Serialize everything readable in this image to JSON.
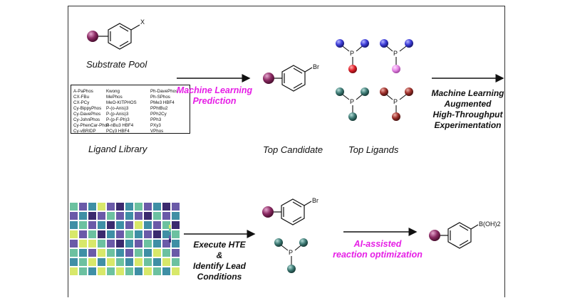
{
  "labels": {
    "substrate_pool": "Substrate Pool",
    "ligand_library": "Ligand Library",
    "top_candidate": "Top Candidate",
    "top_ligands": "Top Ligands"
  },
  "steps": {
    "ml_prediction": [
      "Machine Learning",
      "Prediction"
    ],
    "ml_hte": [
      "Machine Learning",
      "Augmented",
      "High-Throughput",
      "Experimentation"
    ],
    "execute_hte": [
      "Execute HTE",
      "&",
      "Identify Lead",
      "Conditions"
    ],
    "ai_optimization": [
      "AI-assisted",
      "reaction optimization"
    ]
  },
  "chem_labels": {
    "substituent_x": "X",
    "bromo": "Br",
    "phosphorus": "P",
    "boronic_acid": "B(OH)2"
  },
  "ligands": {
    "col1": [
      "A-PaPhos",
      "CX-FBu",
      "CX-PCy",
      "Cy-BippyPhos",
      "Cy-DavePhos",
      "Cy-JohnPhos",
      "Cy-PhenCar-Phos",
      "Cy-vBRIDP"
    ],
    "col2": [
      "Kwong",
      "MePhos",
      "MeO-KITPHOS",
      "P-(o-Anis)3",
      "P-(p-Anis)3",
      "P-(p-F-Ph)3",
      "P-nBu3 HBF4",
      "PCy3 HBF4"
    ],
    "col3": [
      "Ph-DavePhos",
      "Ph-SPhos",
      "PMe3 HBF4",
      "PPhtBu2",
      "PPh2Cy",
      "PPh3",
      "PXy3",
      "VPhos"
    ]
  },
  "colors": {
    "accent": "#e61ee6",
    "substrate_ball": "#8b2a63",
    "ligand_blue": "#3b3bd6",
    "ligand_red": "#e0202a",
    "ligand_pink": "#e88ae8",
    "ligand_teal": "#3d7a74",
    "ligand_brown": "#9c2f2a"
  },
  "heatmap": {
    "rows": 8,
    "cols": 12,
    "values": [
      [
        3,
        1,
        2,
        4,
        1,
        0,
        2,
        3,
        1,
        2,
        0,
        1
      ],
      [
        1,
        2,
        0,
        1,
        3,
        1,
        2,
        1,
        0,
        3,
        1,
        2
      ],
      [
        2,
        3,
        1,
        2,
        0,
        2,
        1,
        4,
        2,
        1,
        3,
        0
      ],
      [
        4,
        1,
        3,
        0,
        2,
        1,
        3,
        2,
        1,
        0,
        2,
        3
      ],
      [
        1,
        4,
        4,
        3,
        1,
        0,
        2,
        1,
        3,
        2,
        1,
        2
      ],
      [
        3,
        2,
        1,
        4,
        3,
        2,
        1,
        3,
        2,
        4,
        3,
        1
      ],
      [
        2,
        3,
        4,
        2,
        4,
        3,
        2,
        4,
        3,
        2,
        4,
        3
      ],
      [
        4,
        3,
        2,
        4,
        3,
        4,
        3,
        2,
        4,
        3,
        2,
        4
      ]
    ],
    "palette": [
      "#3b2a6e",
      "#6a5aa8",
      "#3f8fa5",
      "#6cc1a0",
      "#d8e86a"
    ]
  }
}
